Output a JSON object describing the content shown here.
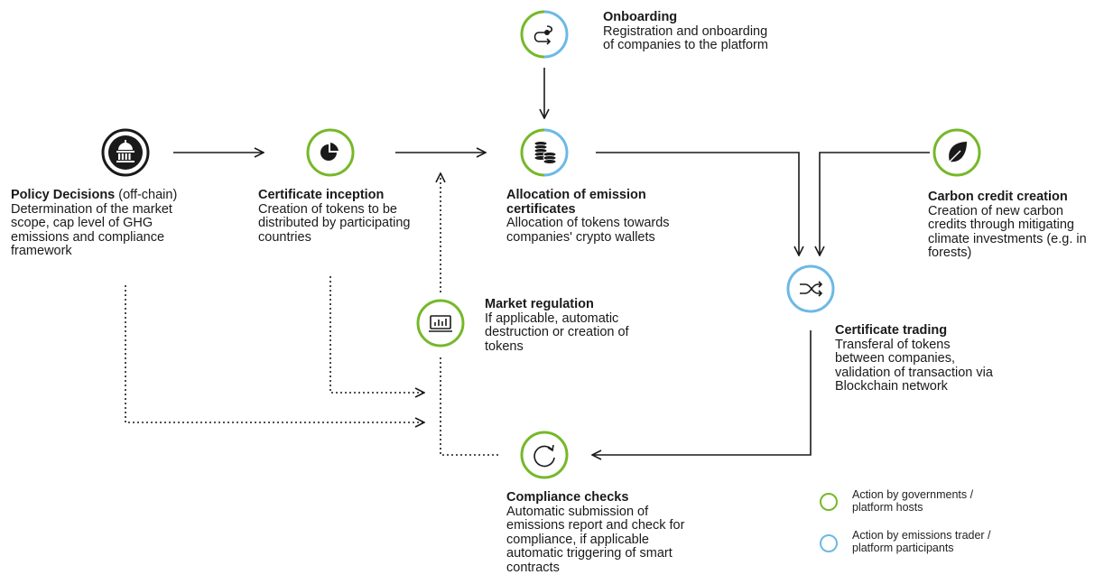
{
  "colors": {
    "government": "#76b82a",
    "participant": "#6cb9e6",
    "ink": "#1a1a1a"
  },
  "nodes": {
    "onboarding": {
      "icon": "onboarding-path-icon",
      "title": "Onboarding",
      "description": "Registration and onboarding of companies to the platform"
    },
    "policy": {
      "icon": "government-building-icon",
      "title": "Policy Decisions",
      "title_suffix": " (off-chain)",
      "description": "Determination of the market scope, cap level of GHG emissions and compliance framework"
    },
    "inception": {
      "icon": "pie-chart-icon",
      "title": "Certificate inception",
      "description": "Creation of tokens to be distributed by participating countries"
    },
    "allocation": {
      "icon": "coin-stack-icon",
      "title": "Allocation of emission certificates",
      "description": "Allocation of tokens towards companies' crypto wallets"
    },
    "carbon": {
      "icon": "leaf-icon",
      "title": "Carbon credit creation",
      "description": "Creation of new carbon credits through mitigating climate investments (e.g. in forests)"
    },
    "trading": {
      "icon": "shuffle-icon",
      "title": "Certificate trading",
      "description": "Transferal of tokens between companies, validation of transaction via Blockchain network"
    },
    "regulation": {
      "icon": "bar-chart-monitor-icon",
      "title": "Market regulation",
      "description": "If applicable, automatic destruction or creation of tokens"
    },
    "compliance": {
      "icon": "refresh-icon",
      "title": "Compliance checks",
      "description": "Automatic submission of emissions report and check for compliance, if applicable automatic triggering of smart contracts"
    }
  },
  "legend": {
    "government": "Action by governments / platform hosts",
    "participant": "Action by emissions trader / platform participants"
  }
}
